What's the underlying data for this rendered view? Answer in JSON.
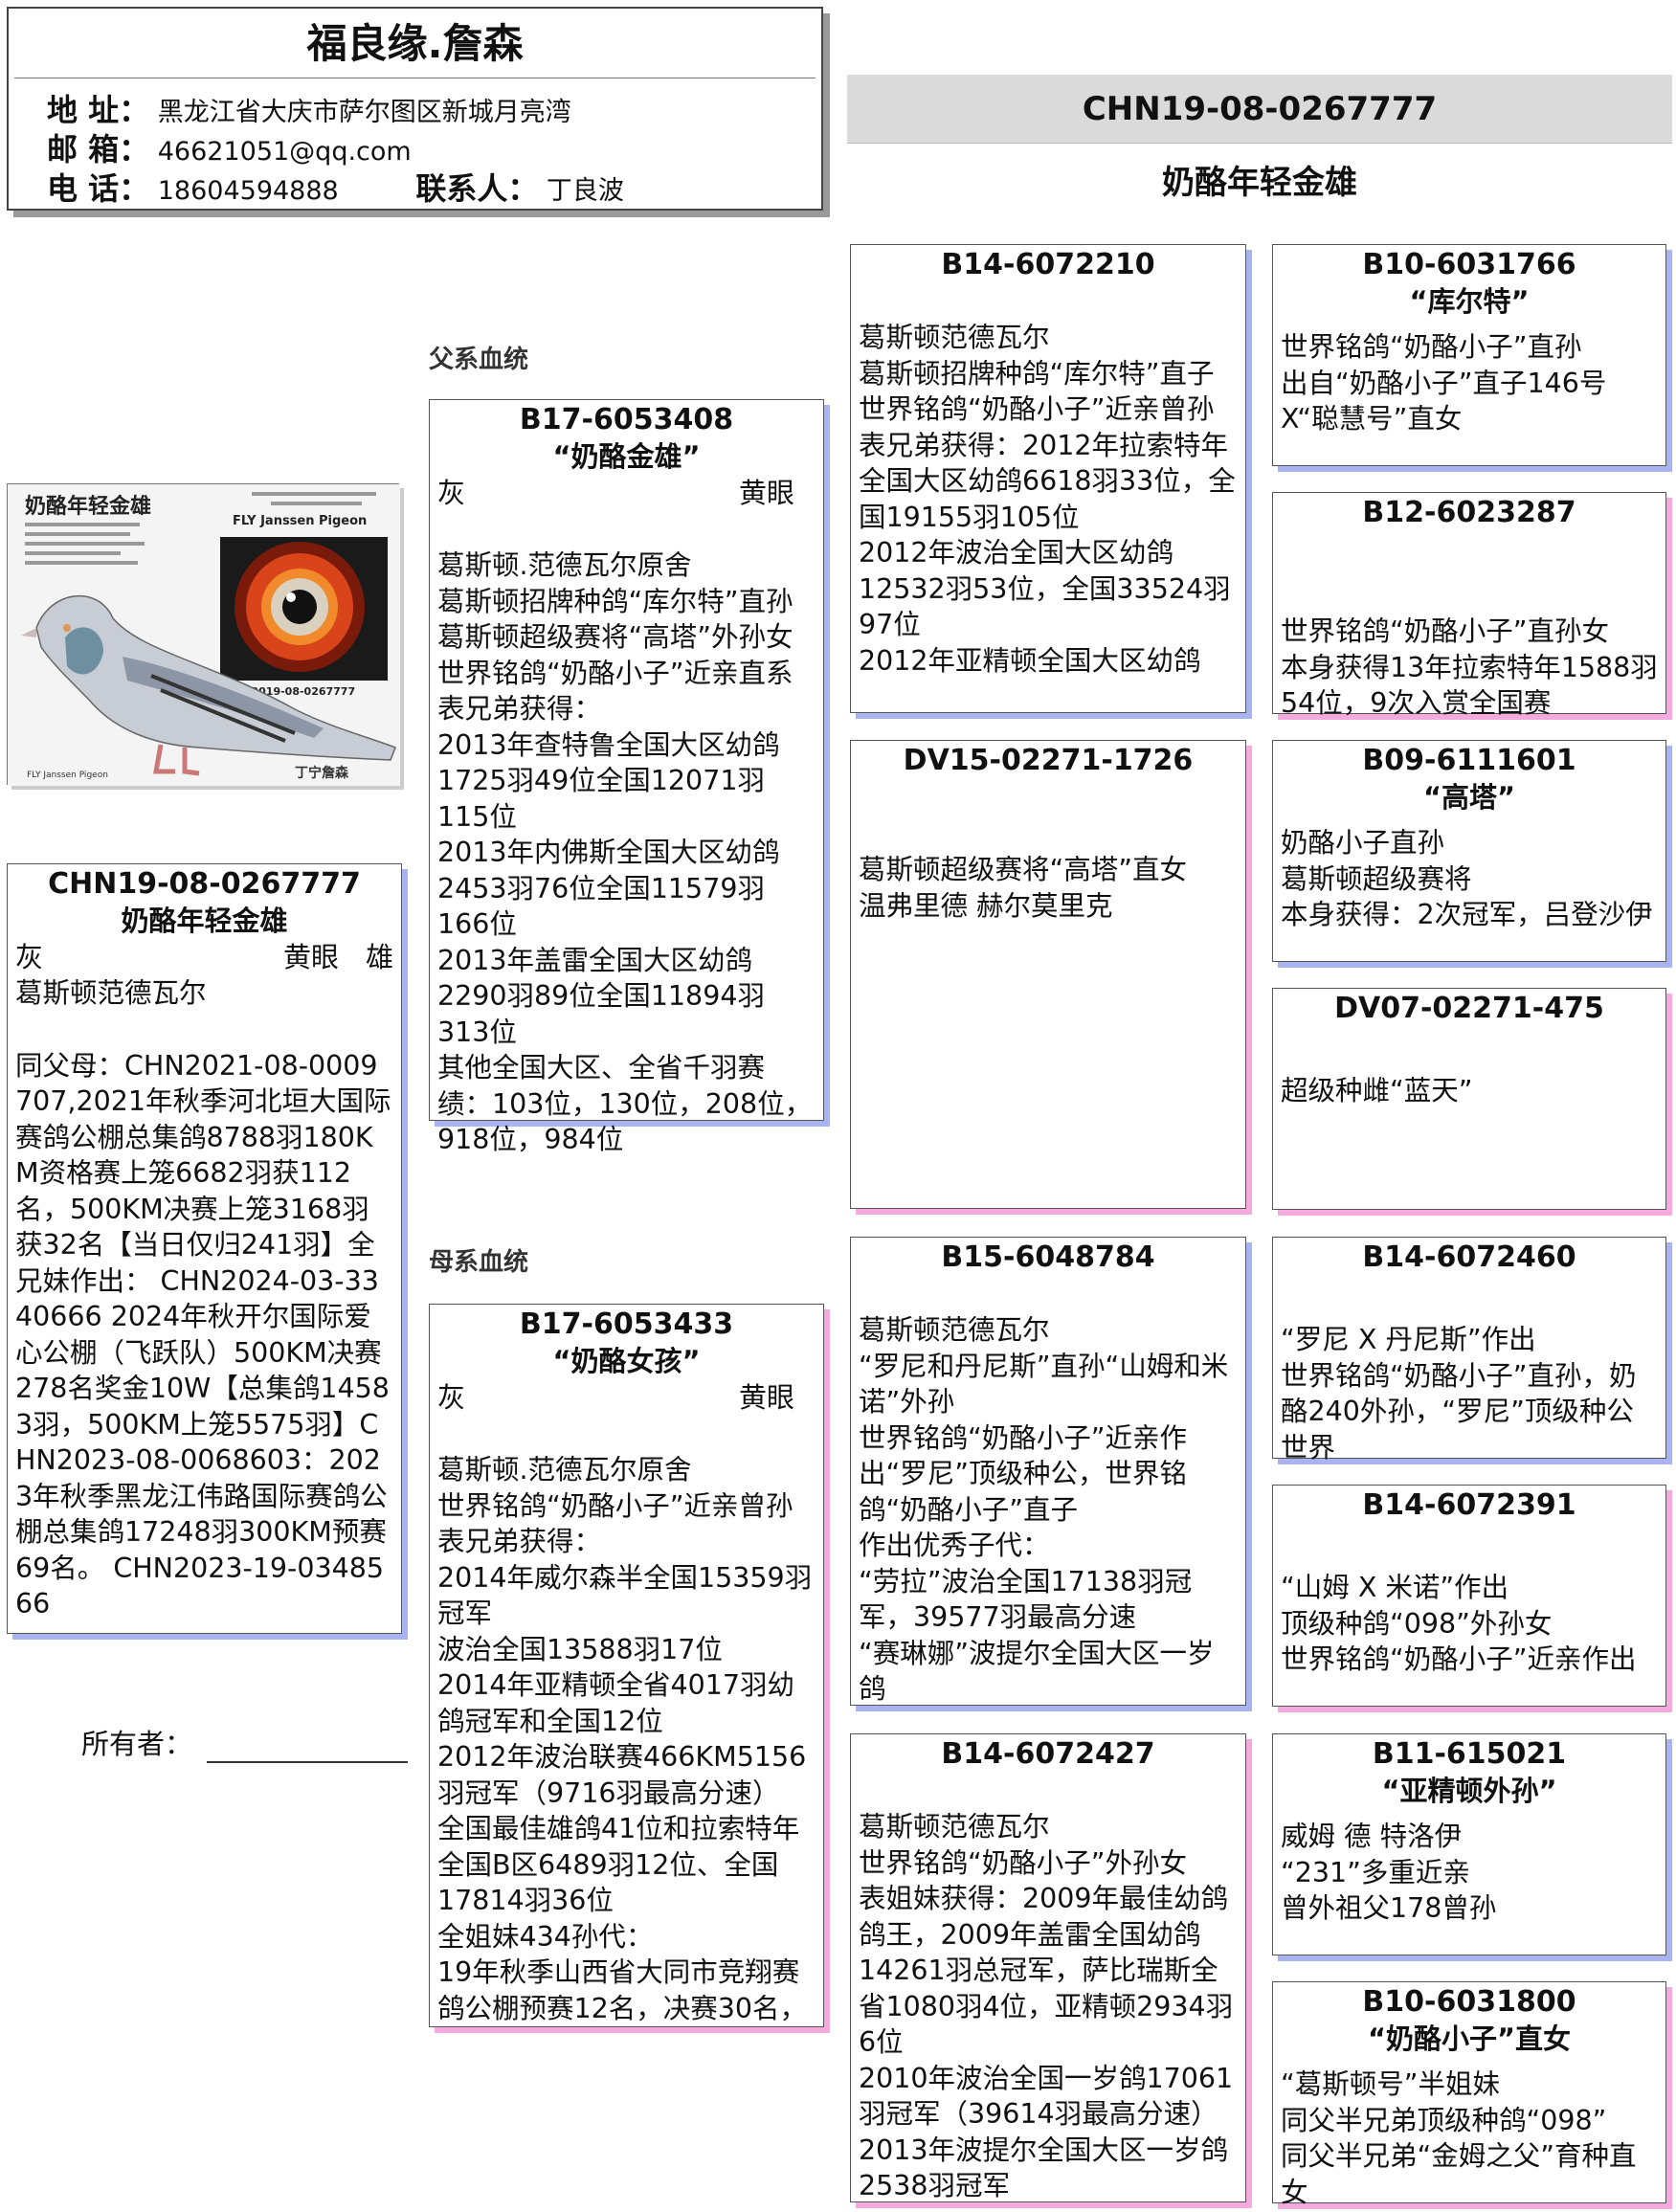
{
  "header": {
    "title": "福良缘.詹森",
    "address_label": "地 址：",
    "address": "黑龙江省大庆市萨尔图区新城月亮湾",
    "email_label": "邮 箱：",
    "email": "46621051@qq.com",
    "phone_label": "电 话：",
    "phone": "18604594888",
    "contact_label": "联系人：",
    "contact": "丁良波"
  },
  "top_right": {
    "ring": "CHN19-08-0267777",
    "name": "奶酪年轻金雄"
  },
  "photo": {
    "title": "奶酪年轻金雄",
    "brand": "FLY Janssen Pigeon",
    "ring": "CHN2019-08-0267777",
    "footer_left": "FLY Janssen Pigeon",
    "footer_right": "丁宁詹森"
  },
  "subject": {
    "ring": "CHN19-08-0267777",
    "name": "奶酪年轻金雄",
    "color": "灰",
    "eye": "黄眼",
    "sex": "雄",
    "line": "葛斯顿范德瓦尔",
    "text": "同父母：CHN2021-08-0009707,2021年秋季河北垣大国际赛鸽公棚总集鸽8788羽180KM资格赛上笼6682羽获112名，500KM决赛上笼3168羽获32名【当日仅归241羽】全兄妹作出： CHN2024-03-3340666 2024年秋开尔国际爱心公棚（飞跃队）500KM决赛278名奖金10W【总集鸽14583羽，500KM上笼5575羽】CHN2023-08-0068603：2023年秋季黑龙江伟路国际赛鸽公棚总集鸽17248羽300KM预赛69名。 CHN2023-19-0348566"
  },
  "owner_label": "所有者：",
  "sire_label": "父系血统",
  "dam_label": "母系血统",
  "sire": {
    "ring": "B17-6053408",
    "name": "“奶酪金雄”",
    "color": "灰",
    "eye": "黄眼",
    "text": "葛斯顿.范德瓦尔原舍\n葛斯顿招牌种鸽“库尔特”直孙\n葛斯顿超级赛将“高塔”外孙女\n世界铭鸽“奶酪小子”近亲直系\n表兄弟获得：\n2013年查特鲁全国大区幼鸽1725羽49位全国12071羽115位\n2013年内佛斯全国大区幼鸽2453羽76位全国11579羽166位\n2013年盖雷全国大区幼鸽2290羽89位全国11894羽313位\n其他全国大区、全省千羽赛绩：103位，130位，208位，918位，984位"
  },
  "dam": {
    "ring": "B17-6053433",
    "name": "“奶酪女孩”",
    "color": "灰",
    "eye": "黄眼",
    "text": "葛斯顿.范德瓦尔原舍\n世界铭鸽“奶酪小子”近亲曾孙\n表兄弟获得：\n2014年威尔森半全国15359羽冠军\n波治全国13588羽17位\n2014年亚精顿全省4017羽幼鸽冠军和全国12位\n2012年波治联赛466KM5156羽冠军（9716羽最高分速）\n全国最佳雄鸽41位和拉索特年全国B区6489羽12位、全国17814羽36位\n全姐妹434孙代：\n19年秋季山西省大同市竞翔赛鸽公棚预赛12名，决赛30名，"
  },
  "ss": {
    "ring": "B14-6072210",
    "text": "葛斯顿范德瓦尔\n葛斯顿招牌种鸽“库尔特”直子\n世界铭鸽“奶酪小子”近亲曾孙\n表兄弟获得：2012年拉索特年全国大区幼鸽6618羽33位，全国19155羽105位\n2012年波治全国大区幼鸽12532羽53位，全国33524羽97位\n2012年亚精顿全国大区幼鸽"
  },
  "sd": {
    "ring": "DV15-02271-1726",
    "text": "葛斯顿超级赛将“高塔”直女\n温弗里德 赫尔莫里克"
  },
  "ds": {
    "ring": "B15-6048784",
    "text": "葛斯顿范德瓦尔\n“罗尼和丹尼斯”直孙“山姆和米诺”外孙\n世界铭鸽“奶酪小子”近亲作出“罗尼”顶级种公，世界铭鸽“奶酪小子”直子\n作出优秀子代：\n“劳拉”波治全国17138羽冠军，39577羽最高分速\n“赛琳娜”波提尔全国大区一岁鸽"
  },
  "dd": {
    "ring": "B14-6072427",
    "text": "葛斯顿范德瓦尔\n世界铭鸽“奶酪小子”外孙女\n表姐妹获得：2009年最佳幼鸽鸽王，2009年盖雷全国幼鸽14261羽总冠军，萨比瑞斯全省1080羽4位，亚精顿2934羽6位\n2010年波治全国一岁鸽17061羽冠军（39614羽最高分速）\n2013年波提尔全国大区一岁鸽2538羽冠军"
  },
  "sss": {
    "ring": "B10-6031766",
    "name": "“库尔特”",
    "text": "世界铭鸽“奶酪小子”直孙\n出自“奶酪小子”直子146号X“聪慧号”直女"
  },
  "ssd": {
    "ring": "B12-6023287",
    "name": "",
    "text": "世界铭鸽“奶酪小子”直孙女\n本身获得13年拉索特年1588羽54位，9次入赏全国赛"
  },
  "sds": {
    "ring": "B09-6111601",
    "name": "“高塔”",
    "text": "奶酪小子直孙\n葛斯顿超级赛将\n本身获得：2次冠军，吕登沙伊"
  },
  "sdd": {
    "ring": "DV07-02271-475",
    "name": "",
    "text": "超级种雌“蓝天”"
  },
  "dss": {
    "ring": "B14-6072460",
    "name": "",
    "text": "“罗尼 X 丹尼斯”作出\n世界铭鸽“奶酪小子”直孙，奶酪240外孙，“罗尼”顶级种公世界"
  },
  "dsd": {
    "ring": "B14-6072391",
    "name": "",
    "text": "“山姆 X 米诺”作出\n顶级种鸽“098”外孙女\n世界铭鸽“奶酪小子”近亲作出"
  },
  "dds": {
    "ring": "B11-615021",
    "name": "“亚精顿外孙”",
    "text": "威姆 德 特洛伊\n“231”多重近亲\n曾外祖父178曾孙"
  },
  "ddd": {
    "ring": "B10-6031800",
    "name": "“奶酪小子”直女",
    "text": "“葛斯顿号”半姐妹\n同父半兄弟顶级种鸽“098”\n同父半兄弟“金姆之父”育种直女"
  }
}
